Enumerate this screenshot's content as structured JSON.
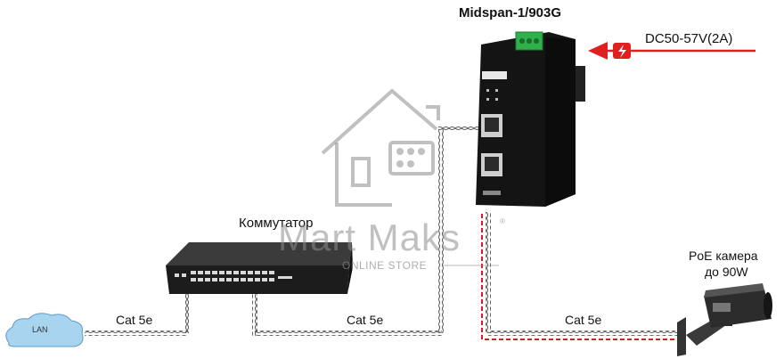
{
  "title": "Midspan-1/903G",
  "power_label": "DC50-57V(2A)",
  "switch_label": "Коммутатор",
  "camera_label_line1": "PoE камера",
  "camera_label_line2": "до 90W",
  "cable_labels": [
    "Cat 5e",
    "Cat 5e",
    "Cat 5e"
  ],
  "cloud_label": "LAN",
  "watermark": {
    "brand": "Mart Maks",
    "sub": "ONLINE STORE",
    "reg": "®"
  },
  "colors": {
    "poe_line": "#d42020",
    "power_arrow": "#e02020",
    "device_body": "#151515",
    "cable": "#555555"
  }
}
